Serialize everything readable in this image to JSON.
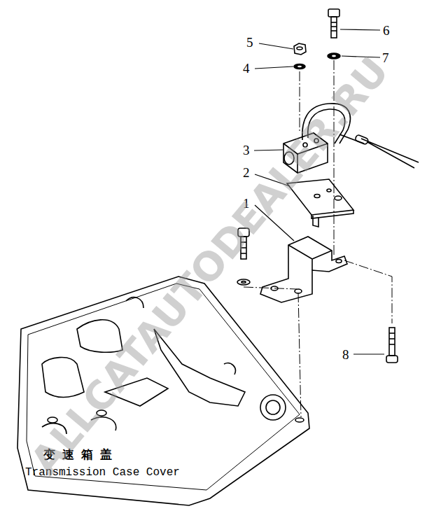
{
  "diagram": {
    "labels": [
      "5",
      "4",
      "6",
      "7",
      "3",
      "2",
      "1",
      "8",
      "变 速 箱 盖",
      "Transmission Case Cover",
      "ALLCATAUTODEALER.RU"
    ]
  }
}
